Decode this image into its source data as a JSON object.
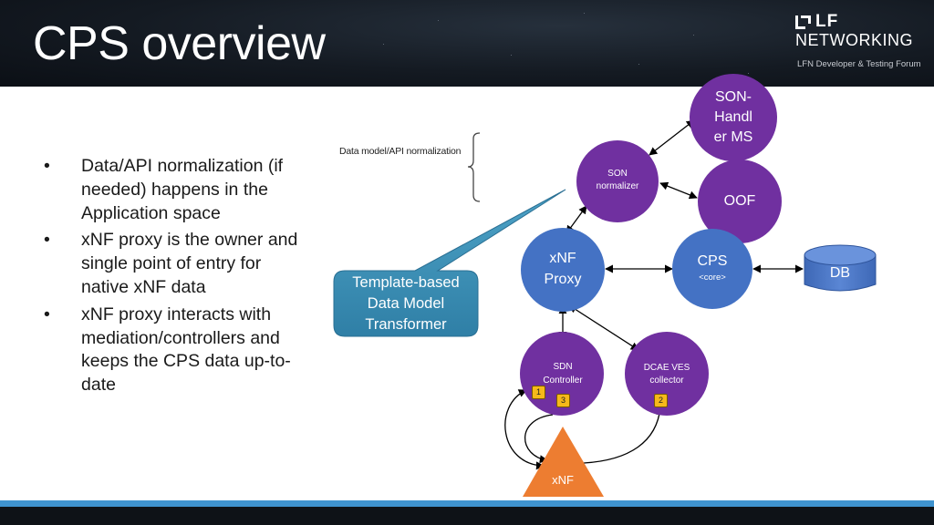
{
  "slide": {
    "title": "CPS overview"
  },
  "logo": {
    "brand_top": "LF",
    "brand_bottom": "NETWORKING",
    "subtitle": "LFN Developer & Testing Forum"
  },
  "bullets": [
    "Data/API normalization (if needed) happens in the Application space",
    "xNF proxy is the owner and single point of entry for native xNF data",
    "xNF proxy interacts with mediation/controllers and keeps the CPS data up-to-date"
  ],
  "diagram": {
    "bracket_label": "Data model/API normalization",
    "callout": [
      "Template-based",
      "Data Model",
      "Transformer"
    ],
    "nodes": {
      "son_handler": [
        "SON-",
        "Handl",
        "er MS"
      ],
      "son_normalizer": [
        "SON",
        "normalizer"
      ],
      "oof": "OOF",
      "xnf_proxy": [
        "xNF",
        "Proxy"
      ],
      "cps": [
        "CPS",
        "<core>"
      ],
      "db": "DB",
      "sdn_controller": [
        "SDN",
        "Controller"
      ],
      "dcae_ves": [
        "DCAE VES",
        "collector"
      ],
      "xnf": "xNF"
    },
    "badges": [
      "1",
      "3",
      "2"
    ],
    "colors": {
      "purple": "#7030a0",
      "blue": "#4472c4",
      "orange": "#ed7d31",
      "callout": "#3b8fb3",
      "arrow": "#000000"
    }
  }
}
